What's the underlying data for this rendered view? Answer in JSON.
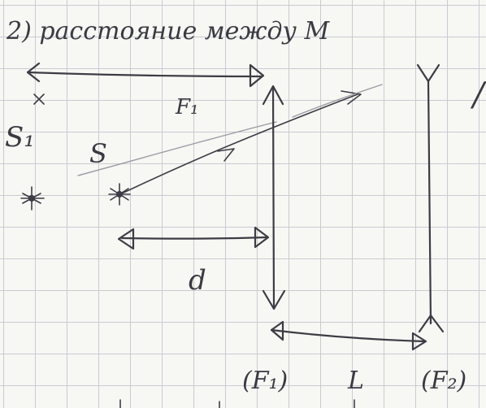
{
  "diagram": {
    "heading": "2) расстояние между М",
    "heading_trailing": "/",
    "labels": {
      "f1": "F₁",
      "s1": "S₁",
      "s": "S",
      "d": "d",
      "lens1": "(F₁)",
      "distance_l": "L",
      "lens2": "(F₂)"
    },
    "ink_color": "#3c3c44",
    "grid_color": "#c9cbd0"
  }
}
